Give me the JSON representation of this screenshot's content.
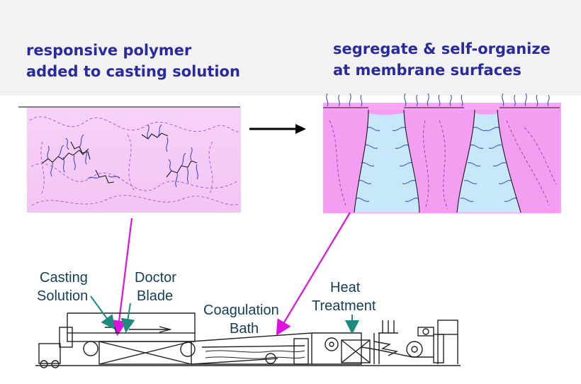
{
  "headline_left": {
    "line1": "responsive polymer",
    "line2": "added to casting solution"
  },
  "headline_right": {
    "line1": "segregate & self-organize",
    "line2": "at membrane surfaces"
  },
  "machine_labels": {
    "casting_line1": "Casting",
    "casting_line2": "Solution",
    "doctor_line1": "Doctor",
    "doctor_line2": "Blade",
    "coag_line1": "Coagulation",
    "coag_line2": "Bath",
    "heat_line1": "Heat",
    "heat_line2": "Treatment"
  },
  "colors": {
    "headline": "#2a2aa0",
    "membrane_pink": "#f3c6f5",
    "segregated_magenta": "#f08ef0",
    "pore_blue": "#c6e8fa",
    "pointer_magenta": "#e010e0",
    "label_teal": "#16405a"
  },
  "icons": [
    "right-arrow-icon",
    "pointer-arrow-icon",
    "down-arrow-icon",
    "casting-machine-icon"
  ]
}
